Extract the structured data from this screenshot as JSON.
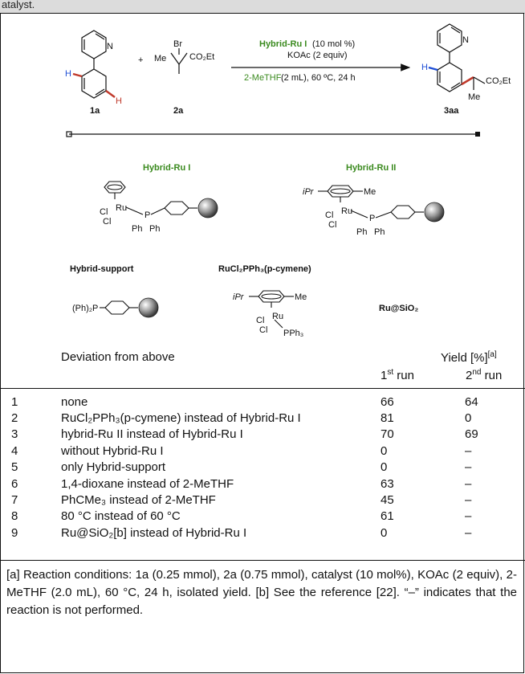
{
  "header_bar_text": "atalyst.",
  "scheme": {
    "pyridine_N": "N",
    "H_left": "H",
    "H_right": "H",
    "plus": "+",
    "Br": "Br",
    "Me": "Me",
    "ester": "CO₂Et",
    "cond_catalyst": "Hybrid-Ru I",
    "cond_catalyst_loading": "(10 mol %)",
    "cond_base": "KOAc (2 equiv)",
    "cond_solvent": "2-MeTHF",
    "cond_solvent_rest": "(2 mL), 60 ºC, 24 h",
    "compound_1a": "1a",
    "compound_2a": "2a",
    "compound_3aa": "3aa",
    "product_H": "H",
    "product_ester": "CO₂Et",
    "product_Me": "Me"
  },
  "catalysts": {
    "hybrid_ru_1": "Hybrid-Ru I",
    "hybrid_ru_2": "Hybrid-Ru II",
    "hybrid_support": "Hybrid-support",
    "rucl2pph3": "RuCl₂PPh₃(p-cymene)",
    "ru_sio2": "Ru@SiO₂",
    "atom_Ru": "Ru",
    "atom_Cl": "Cl",
    "atom_P": "P",
    "atom_Ph": "Ph",
    "atom_iPr": "iPr",
    "atom_Me": "Me",
    "ph2p": "(Ph)₂P",
    "pph3": "PPh₃"
  },
  "table": {
    "col_deviation": "Deviation from above",
    "col_yield": "Yield [%]",
    "col_yield_note": "[a]",
    "col_run1": "1",
    "col_run1_sup": "st",
    "col_run1_suffix": " run",
    "col_run2": "2",
    "col_run2_sup": "nd",
    "col_run2_suffix": " run",
    "rows": [
      {
        "entry": "1",
        "deviation": "none",
        "run1": "66",
        "run2": "64"
      },
      {
        "entry": "2",
        "deviation": "RuCl₂PPh₃(p-cymene) instead of Hybrid-Ru I",
        "run1": "81",
        "run2": "0"
      },
      {
        "entry": "3",
        "deviation": "hybrid-Ru II instead of Hybrid-Ru I",
        "run1": "70",
        "run2": "69"
      },
      {
        "entry": "4",
        "deviation": "without Hybrid-Ru I",
        "run1": "0",
        "run2": "–"
      },
      {
        "entry": "5",
        "deviation": "only Hybrid-support",
        "run1": "0",
        "run2": "–"
      },
      {
        "entry": "6",
        "deviation": "1,4-dioxane instead of 2-MeTHF",
        "run1": "63",
        "run2": "–"
      },
      {
        "entry": "7",
        "deviation": "PhCMe₃ instead of 2-MeTHF",
        "run1": "45",
        "run2": "–"
      },
      {
        "entry": "8",
        "deviation": "80 °C instead of 60 °C",
        "run1": "61",
        "run2": "–"
      },
      {
        "entry": "9",
        "deviation": "Ru@SiO₂[b] instead of Hybrid-Ru I",
        "run1": "0",
        "run2": "–"
      }
    ]
  },
  "footnote": "[a] Reaction conditions: 1a (0.25 mmol), 2a (0.75 mmol), catalyst (10 mol%), KOAc (2 equiv), 2-MeTHF (2.0 mL), 60 °C, 24 h, isolated yield. [b] See the reference [22]. “–” indicates that the reaction is not performed."
}
